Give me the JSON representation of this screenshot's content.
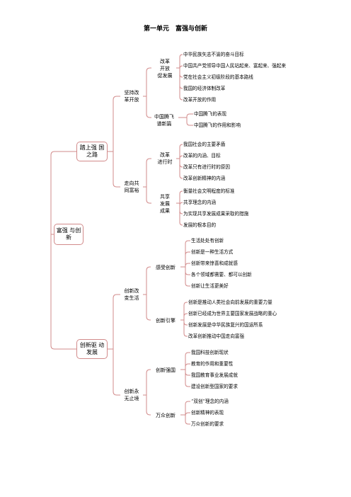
{
  "title": "第一单元　富强与创新",
  "root": "富强\n与创新",
  "branches": [
    {
      "label": "踏上强\n国之路",
      "subs": [
        {
          "label": "坚持改\n革开放",
          "groups": [
            {
              "label": "改革\n开放\n促发展",
              "leaves": [
                "中华民族矢志不渝的奋斗目标",
                "中国共产党领导中国人民站起来、富起来、强起来",
                "党在社会主义初级阶段的基本路线",
                "我国的经济体制改革",
                "改革开放的作用"
              ]
            },
            {
              "label": "中国腾飞\n谱新篇",
              "leaves": [
                "中国腾飞的表现",
                "中国腾飞的作用和影响"
              ]
            }
          ]
        },
        {
          "label": "走向共\n同富裕",
          "groups": [
            {
              "label": "改革\n进行时",
              "leaves": [
                "我国社会的主要矛盾",
                "改革的内涵、目标",
                "改革只有进行时的原因",
                "改革创新精神的内涵"
              ]
            },
            {
              "label": "共享\n发展\n成果",
              "leaves": [
                "衡量社会文明程度的标准",
                "共享理念的内涵",
                "为实现共享发展成果采取的措施",
                "发展的根本目的"
              ]
            }
          ]
        }
      ]
    },
    {
      "label": "创新驱\n动发展",
      "subs": [
        {
          "label": "创新改\n变生活",
          "groups": [
            {
              "label": "感受创新",
              "leaves": [
                "生活处处有创新",
                "创新是一种生活方式",
                "创新带来惊喜和成就感",
                "各个领域都需要、都可以创新",
                "创新让生活更美好"
              ]
            },
            {
              "label": "创新引擎",
              "leaves": [
                "创新是推动人类社会向前发展的重要力量",
                "创新已经成为世界主要国家发展战略的重心",
                "创新发展是中华民族复兴的国运所系",
                "改革创新推动中国走向富强"
              ]
            }
          ]
        },
        {
          "label": "创新永\n无止境",
          "groups": [
            {
              "label": "创新强国",
              "leaves": [
                "我国科技创新现状",
                "教育的作用和重要性",
                "我国教育事业发展成就",
                "建设创新型国家的要求"
              ]
            },
            {
              "label": "万众创新",
              "leaves": [
                "“双创”理念的内涵",
                "创新精神的表现",
                "万众创新的要求"
              ]
            }
          ]
        }
      ]
    }
  ]
}
